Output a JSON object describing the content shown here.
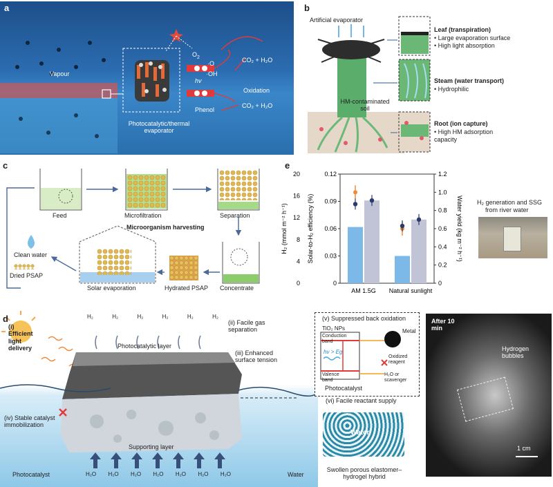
{
  "panel_a": {
    "label": "a",
    "vapour": "Vapour",
    "o2": "O",
    "o2sub": "2",
    "o2rad": "·O",
    "oh": "·OH",
    "co2_top": "CO₂ + H₂O",
    "co2_bottom": "CO₂ + H₂O",
    "oxidation": "Oxidation",
    "hv": "hv",
    "phenol": "Phenol",
    "evaporator": "Photocatalytic/thermal evaporator"
  },
  "panel_b": {
    "label": "b",
    "artificial": "Artificial evaporator",
    "soil": "HM-contaminated soil",
    "leaf_title": "Leaf (transpiration)",
    "leaf_1": "• Large evaporation surface",
    "leaf_2": "• High light absorption",
    "stem_title": "Steam (water transport)",
    "stem_1": "• Hydrophilic",
    "root_title": "Root (ion capture)",
    "root_1": "• High HM adsorption",
    "root_2": "  capacity"
  },
  "panel_c": {
    "label": "c",
    "feed": "Feed",
    "microfiltration": "Microfiltration",
    "separation": "Separation",
    "harvesting": "Microorganism harvesting",
    "clean_water": "Clean water",
    "dried": "Dried PSAP",
    "solar": "Solar evaporation",
    "hydrated": "Hydrated PSAP",
    "concentrate": "Concentrate"
  },
  "panel_e": {
    "label": "e",
    "photo_caption_1": "H₂ generation and SSG",
    "photo_caption_2": "from river water"
  },
  "chart_data": {
    "type": "bar",
    "categories": [
      "AM 1.5G",
      "Natural sunlight"
    ],
    "series": [
      {
        "values": [
          10.3,
          5.0
        ],
        "color": "#7cb9e8"
      },
      {
        "values": [
          0.91,
          0.7
        ],
        "color": "#c0c4d6"
      }
    ],
    "overlay_points": {
      "orange": [
        0.1,
        0.06
      ],
      "dark": [
        0.087,
        0.063
      ]
    },
    "ylabel_left_outer": "H₂ (mmol m⁻² h⁻¹)",
    "ylabel_left_inner": "Solar-to-H₂ efficiency (%)",
    "ylabel_right": "Water yield (kg m⁻² h⁻¹)",
    "left_outer_ticks": [
      "20",
      "16",
      "12",
      "8",
      "4",
      "0"
    ],
    "left_inner_ticks": [
      "0.12",
      "0.09",
      "0.06",
      "0.03",
      "0"
    ],
    "right_ticks": [
      "1.2",
      "1.0",
      "0.8",
      "0.6",
      "0.4",
      "0.2",
      "0"
    ],
    "ylim_outer": [
      0,
      20
    ],
    "ylim_inner": [
      0,
      0.12
    ],
    "ylim_right": [
      0,
      1.2
    ]
  },
  "panel_d": {
    "label": "d",
    "efficient": "(i) Efficient light delivery",
    "gas": "(ii) Facile gas separation",
    "tension": "(iii) Enhanced surface tension",
    "stable": "(iv) Stable catalyst immobilization",
    "photolayer": "Photocatalytic layer",
    "supporting": "Supporting layer",
    "photocatalyst": "Photocatalyst",
    "water": "Water",
    "h2": "H₂",
    "h2o": "H₂O",
    "v_title": "(v) Suppressed back oxidation",
    "tio2": "TiO₂ NPs",
    "conduction": "Conduction band",
    "valence": "Valence band",
    "metal": "Metal",
    "hv_eg": "hν > Eg",
    "oxidized": "Oxidized reagent",
    "h2o_scav": "H₂O or scavenger",
    "photocat": "Photocatalyst",
    "vi_title": "(vi) Facile reactant supply",
    "water_block": "Water",
    "swollen": "Swollen porous elastomer–hydrogel hybrid",
    "after": "After 10 min",
    "bubbles": "Hydrogen bubbles",
    "scale": "1 cm"
  }
}
